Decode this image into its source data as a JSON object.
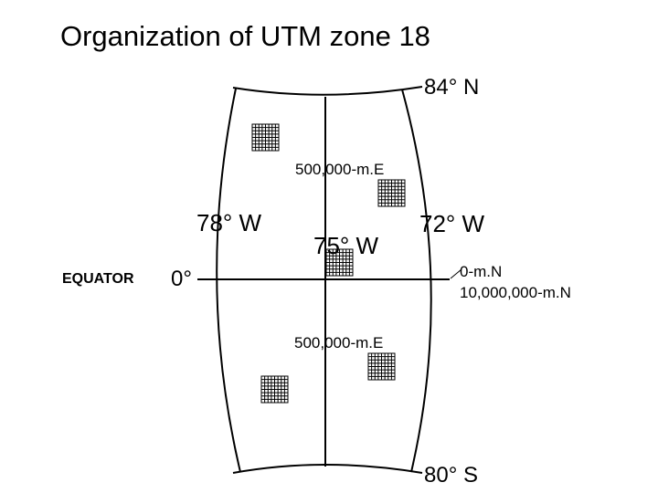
{
  "title": "Organization of UTM zone 18",
  "labels": {
    "lat_north": "84° N",
    "lat_south": "80° S",
    "lon_west_edge": "78° W",
    "lon_central": "75° W",
    "lon_east_edge": "72° W",
    "easting_top": "500,000-m.E",
    "easting_bottom": "500,000-m.E",
    "northing_zero": "0-m.N",
    "northing_ten_million": "10,000,000-m.N",
    "equator": "EQUATOR",
    "equator_degree": "0°"
  }
}
